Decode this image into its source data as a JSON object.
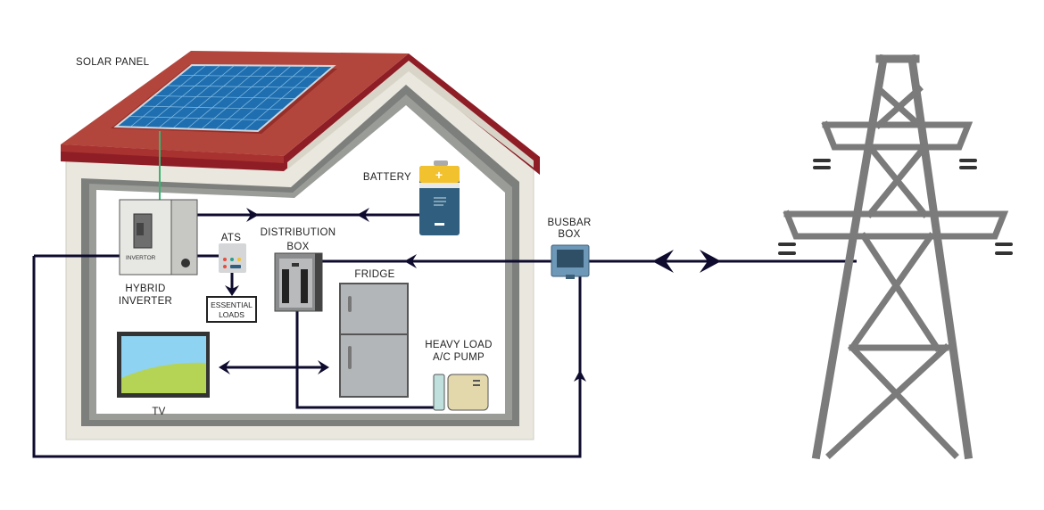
{
  "labels": {
    "solar_panel": "SOLAR PANEL",
    "battery": "BATTERY",
    "busbar_line1": "BUSBAR",
    "busbar_line2": "BOX",
    "distribution_line1": "DISTRIBUTION",
    "distribution_line2": "BOX",
    "ats": "ATS",
    "inverter_device": "INVERTOR",
    "hybrid_line1": "HYBRID",
    "hybrid_line2": "INVERTER",
    "essential_line1": "ESSENTIAL",
    "essential_line2": "LOADS",
    "fridge": "FRIDGE",
    "heavy_line1": "HEAVY LOAD",
    "heavy_line2": "A/C PUMP",
    "tv": "TV"
  },
  "colors": {
    "wire": "#0e0b2e",
    "roof": "#b3463c",
    "roof_dark": "#8e1d26",
    "wall": "#e8e6dd",
    "frame": "#7d7f7c",
    "panel": "#1f6fb0",
    "tower": "#7b7b7b",
    "solar_wire": "#3cb371"
  }
}
